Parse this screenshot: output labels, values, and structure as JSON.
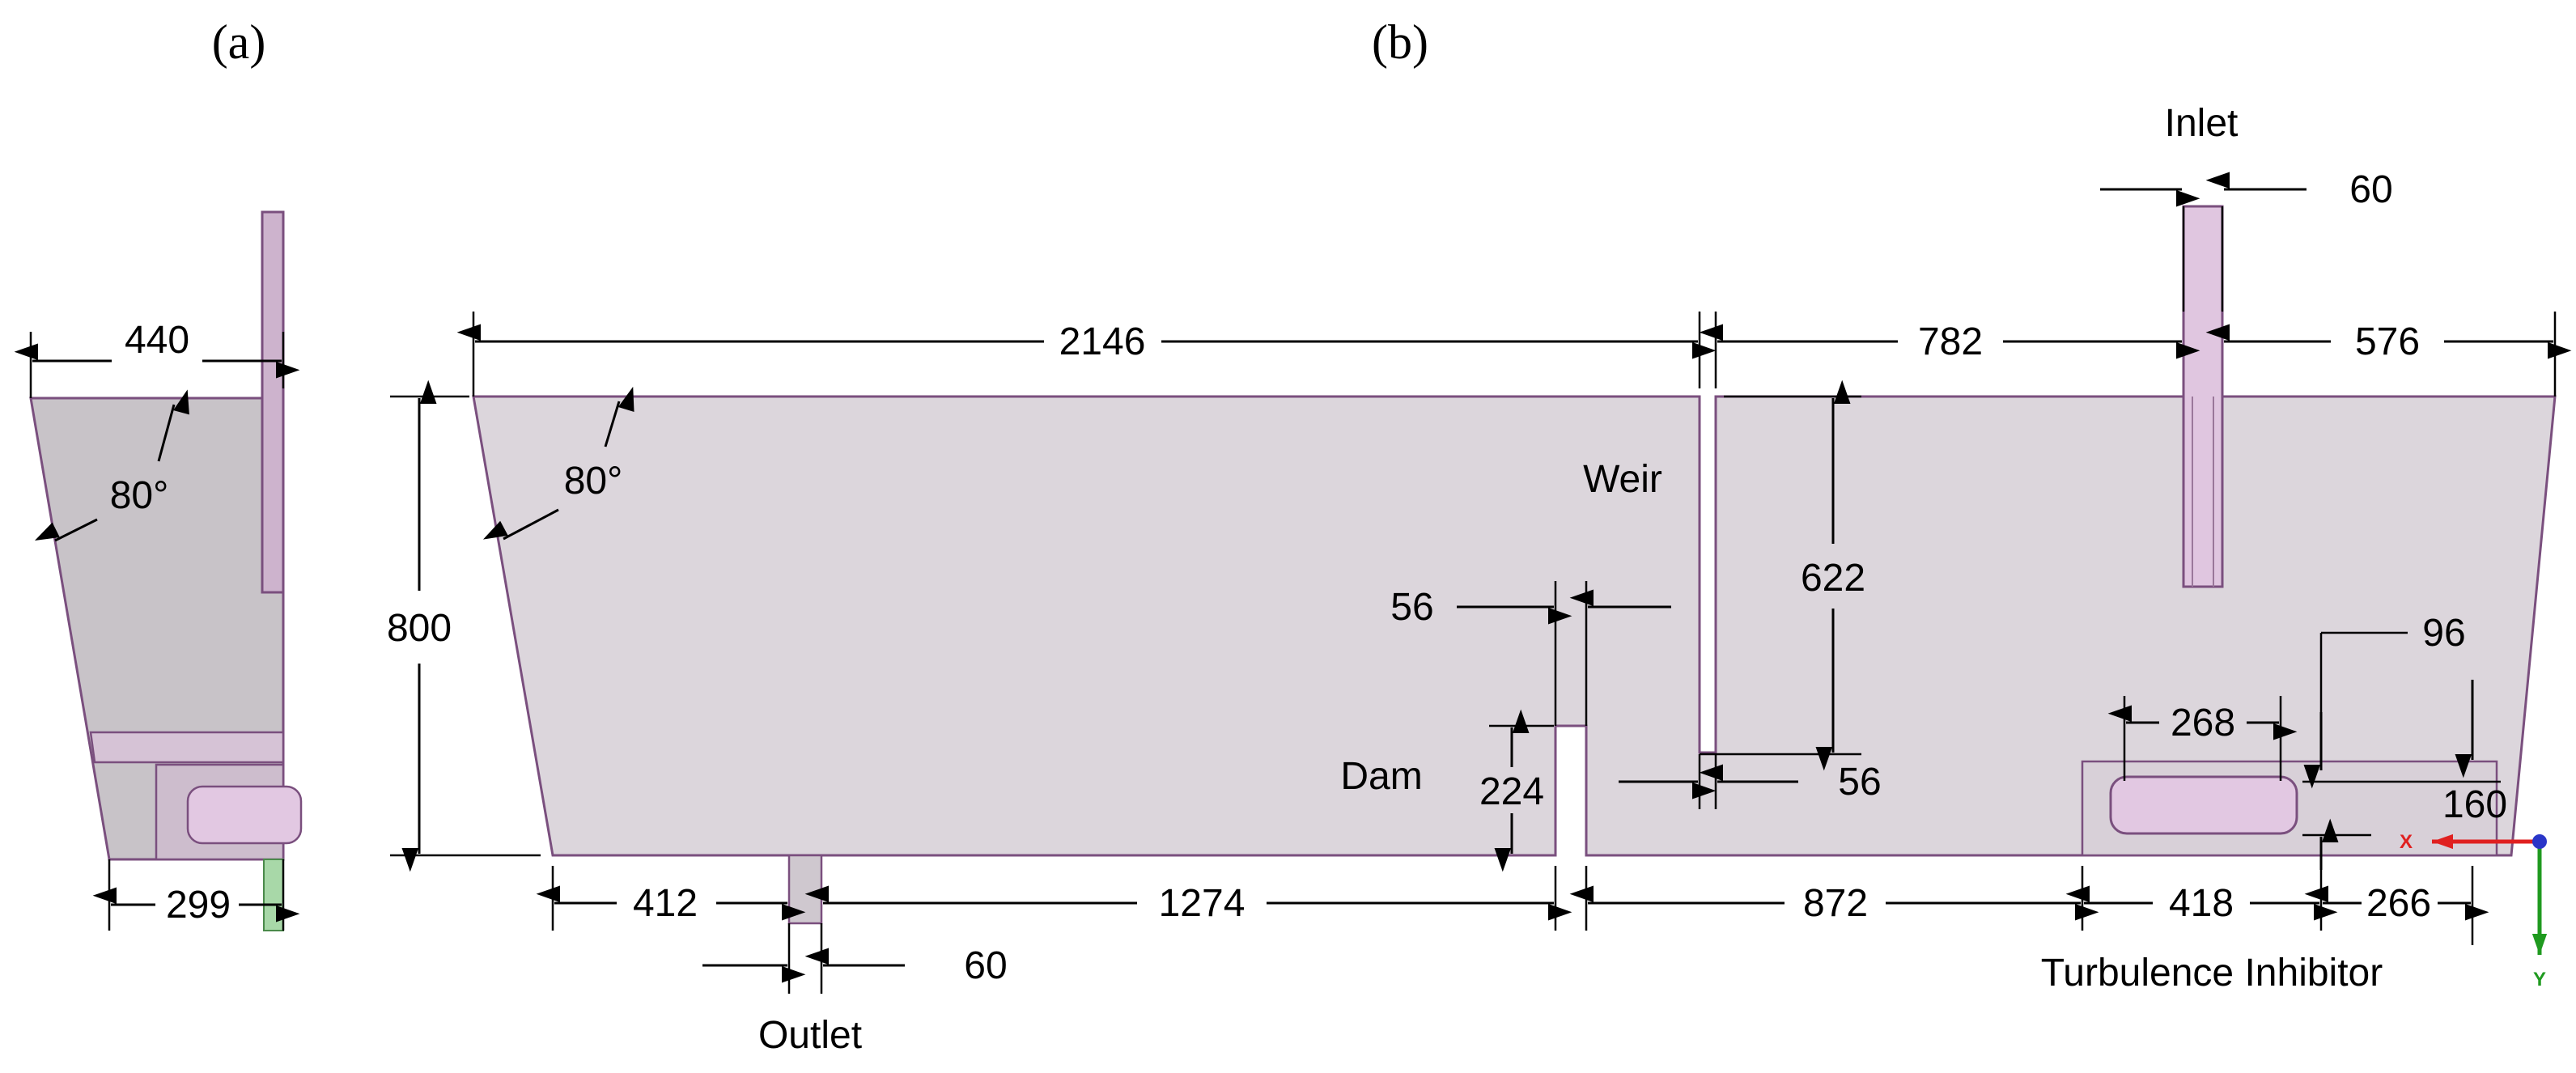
{
  "panels": {
    "a": "(a)",
    "b": "(b)"
  },
  "colors": {
    "tundish_a": "#c8c3c8",
    "tundish_b": "#dcd6dc",
    "outline": "#7a4f7e",
    "component": "#e2c8e2",
    "x_axis": "#e02020",
    "y_axis": "#1f9a1f",
    "origin": "#2a36c8"
  },
  "panel_a": {
    "dims": {
      "top_width": "440",
      "bottom_width": "299",
      "angle": "80°"
    }
  },
  "panel_b": {
    "labels": {
      "inlet": "Inlet",
      "outlet": "Outlet",
      "weir": "Weir",
      "dam": "Dam",
      "turbulence_inhibitor": "Turbulence Inhibitor"
    },
    "dims": {
      "top_left": "2146",
      "top_mid": "782",
      "top_right": "576",
      "inlet_width": "60",
      "height": "800",
      "angle": "80°",
      "weir_depth": "622",
      "weir_gap": "56",
      "dam_width": "56",
      "dam_height": "224",
      "ti_inner": "268",
      "ti_top": "96",
      "ti_height": "160",
      "bot_412": "412",
      "bot_1274": "1274",
      "bot_872": "872",
      "bot_418": "418",
      "bot_266": "266",
      "outlet_width": "60"
    },
    "axes": {
      "x": "X",
      "y": "Y"
    }
  }
}
